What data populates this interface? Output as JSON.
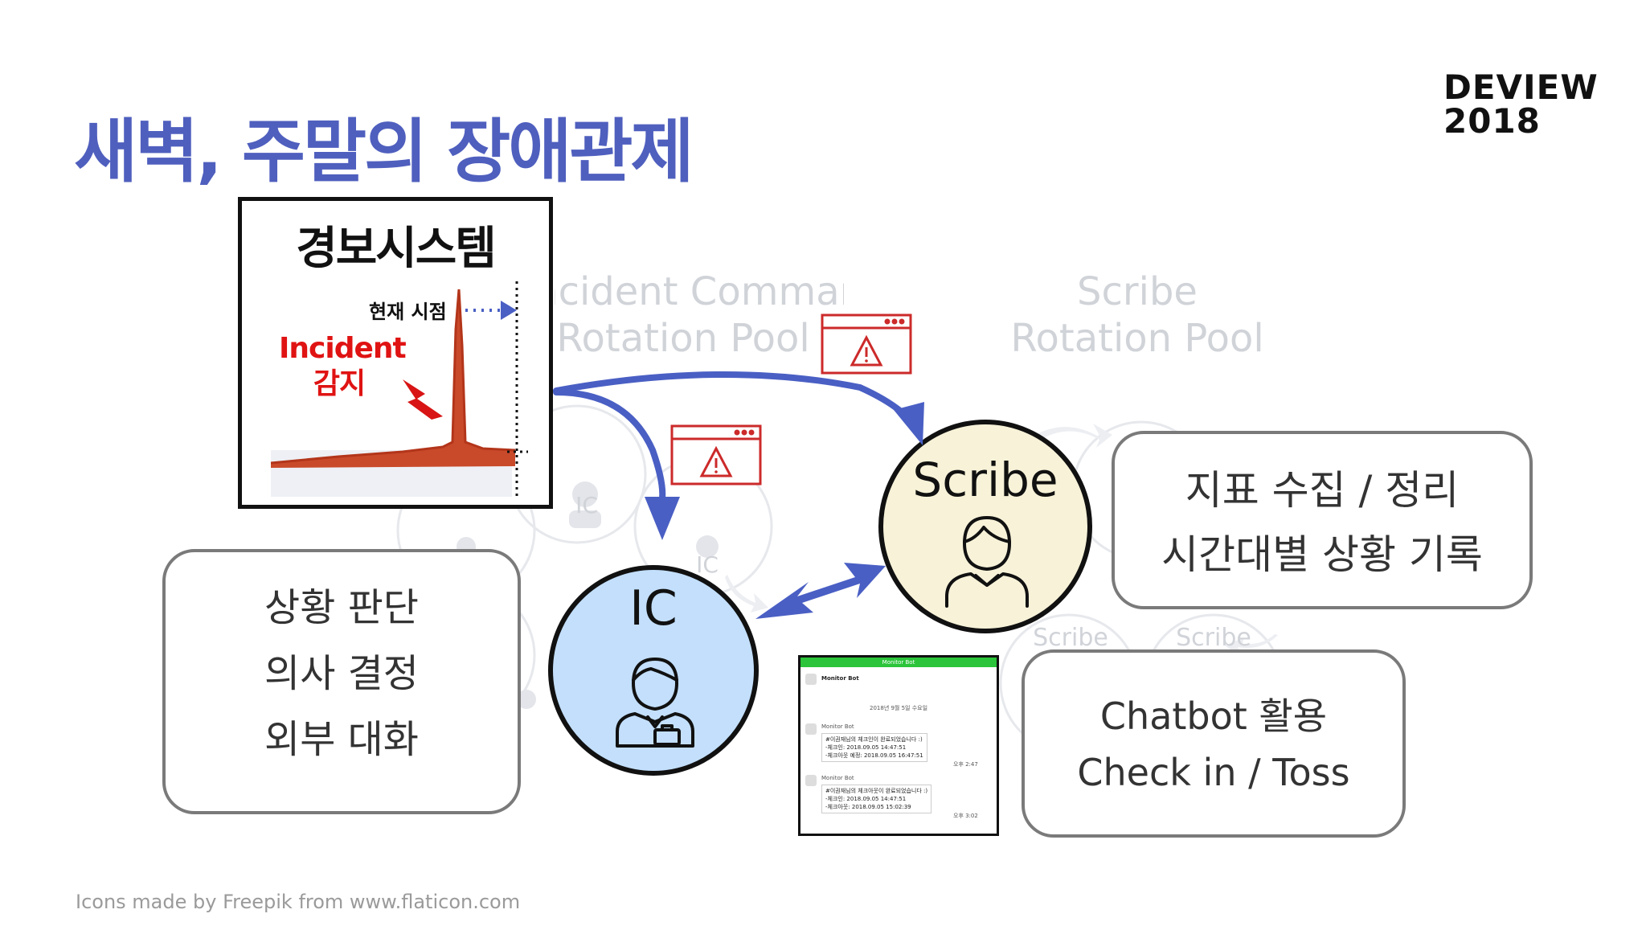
{
  "title": "새벽, 주말의 장애관제",
  "brand": {
    "line1": "DEVIEW",
    "line2": "2018"
  },
  "background": {
    "ic_pool": {
      "line1": "Incident Commander (IC)",
      "line2": "Rotation Pool"
    },
    "scribe_pool": {
      "line1": "Scribe",
      "line2": "Rotation Pool"
    },
    "pool_ic_labels": [
      "IC",
      "IC"
    ],
    "pool_scribe_labels": [
      "Scribe",
      "Scribe"
    ]
  },
  "alarm_panel": {
    "title": "경보시스템",
    "now_label": "현재 시점",
    "incident_line1": "Incident",
    "incident_line2": "감지"
  },
  "ic": {
    "label": "IC",
    "tasks": [
      "상황 판단",
      "의사 결정",
      "외부 대화"
    ]
  },
  "scribe": {
    "label": "Scribe",
    "tasks": [
      "지표 수집 / 정리",
      "시간대별 상황 기록"
    ]
  },
  "chatbot": {
    "line1": "Chatbot 활용",
    "line2": "Check in / Toss"
  },
  "chat_screen": {
    "header": "Monitor Bot",
    "room_name": "Monitor Bot",
    "date": "2018년 9월 5일 수요일",
    "messages": [
      {
        "sender": "Monitor Bot",
        "lines": [
          "#이권재님의 체크인이 완료되었습니다 :)",
          "-체크인: 2018.09.05 14:47:51",
          "-체크아웃 예정: 2018.09.05 16:47:51"
        ],
        "time": "오후 2:47"
      },
      {
        "sender": "Monitor Bot",
        "lines": [
          "#이권재님의 체크아웃이 완료되었습니다 :)",
          "-체크인: 2018.09.05 14:47:51",
          "-체크아웃: 2018.09.05 15:02:39"
        ],
        "time": "오후 3:02"
      }
    ]
  },
  "credit": "Icons made by Freepik from www.flaticon.com",
  "colors": {
    "title": "#4f5fbe",
    "arrow": "#4a5fc4",
    "incident": "#e01313",
    "ic_fill": "#c3dffc",
    "scribe_fill": "#f7f2d8",
    "spike": "#c43a1a",
    "warning": "#cc2a2a"
  },
  "icons": [
    "warning-window-icon",
    "lightning-bolt-icon",
    "commander-person-icon",
    "scribe-person-icon",
    "rotation-arrow-icon"
  ]
}
